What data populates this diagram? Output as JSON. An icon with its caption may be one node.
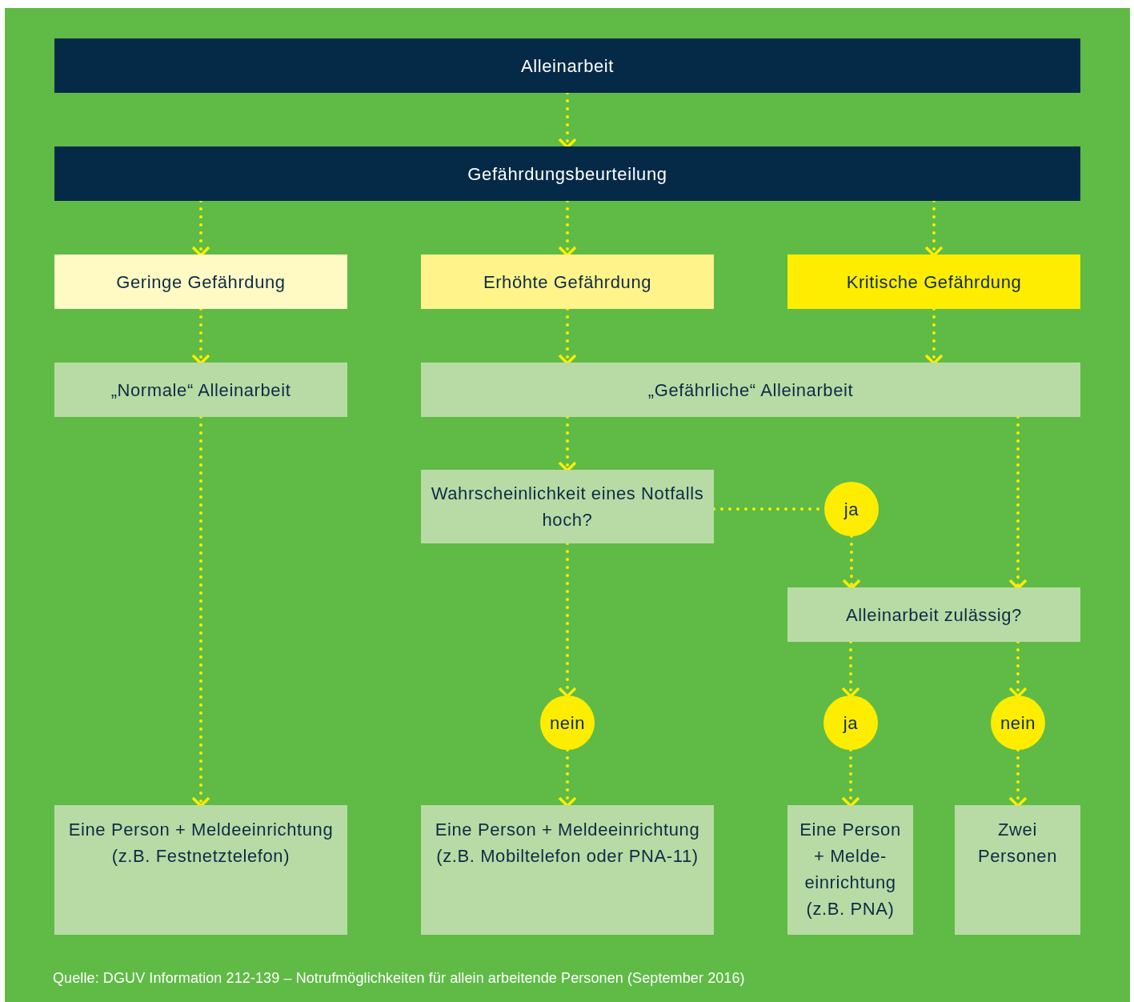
{
  "diagram": {
    "caption": "Quelle: DGUV Information 212-139 – Notrufmöglichkeiten für allein arbeitende Personen (September 2016)",
    "nodes": [
      {
        "text": [
          "Alleinarbeit"
        ]
      },
      {
        "text": [
          "Gefährdungsbeurteilung"
        ]
      },
      {
        "text": [
          "Geringe Gefährdung"
        ]
      },
      {
        "text": [
          "Erhöhte Gefährdung"
        ]
      },
      {
        "text": [
          "Kritische Gefährdung"
        ]
      },
      {
        "text": [
          "„Normale“ Alleinarbeit"
        ]
      },
      {
        "text": [
          "„Gefährliche“ Alleinarbeit"
        ]
      },
      {
        "text": [
          "Wahrscheinlichkeit eines Notfalls hoch?"
        ]
      },
      {
        "text": [
          "ja"
        ]
      },
      {
        "text": [
          "Alleinarbeit zulässig?"
        ]
      },
      {
        "text": [
          "nein"
        ]
      },
      {
        "text": [
          "ja"
        ]
      },
      {
        "text": [
          "nein"
        ]
      },
      {
        "text": [
          "Eine Person + Meldeeinrichtung (z.B. Festnetztelefon)"
        ]
      },
      {
        "text": [
          "Eine Person + Meldeeinrichtung (z.B. Mobiltelefon oder PNA-11)"
        ]
      },
      {
        "text": [
          "Eine Person + Melde- einrichtung (z.B. PNA)"
        ]
      },
      {
        "text": [
          "Zwei Personen"
        ]
      }
    ],
    "edges": [
      {
        "from": 0,
        "to": 1,
        "arrow": "to"
      },
      {
        "from": 1,
        "to": 2,
        "arrow": "to"
      },
      {
        "from": 1,
        "to": 3,
        "arrow": "to"
      },
      {
        "from": 1,
        "to": 4,
        "arrow": "to"
      },
      {
        "from": 2,
        "to": 5,
        "arrow": "to"
      },
      {
        "from": 3,
        "to": 6,
        "arrow": "to"
      },
      {
        "from": 4,
        "to": 6,
        "arrow": "to"
      },
      {
        "from": 5,
        "to": 13,
        "arrow": "to"
      },
      {
        "from": 6,
        "to": 7,
        "arrow": "to"
      },
      {
        "from": 7,
        "to": 8,
        "arrow": "none"
      },
      {
        "from": 8,
        "to": 9,
        "arrow": "to"
      },
      {
        "from": 6,
        "to": 9,
        "arrow": "to"
      },
      {
        "from": 7,
        "to": 10,
        "arrow": "to"
      },
      {
        "from": 9,
        "to": 11,
        "arrow": "to"
      },
      {
        "from": 9,
        "to": 12,
        "arrow": "to"
      },
      {
        "from": 10,
        "to": 14,
        "arrow": "to"
      },
      {
        "from": 11,
        "to": 15,
        "arrow": "to"
      },
      {
        "from": 12,
        "to": 16,
        "arrow": "to"
      }
    ]
  }
}
